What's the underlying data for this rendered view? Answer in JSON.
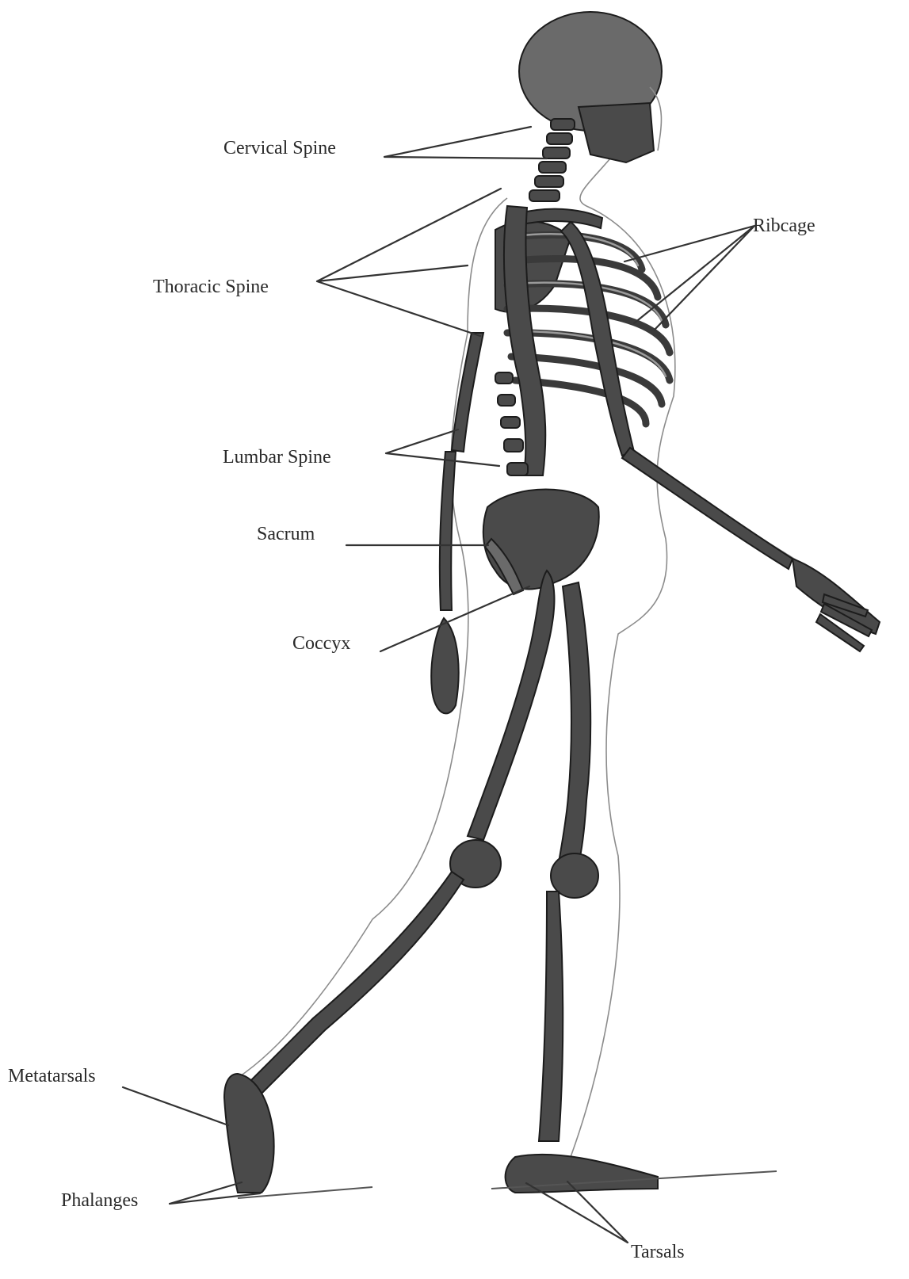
{
  "labels": {
    "cervical_spine": "Cervical Spine",
    "thoracic_spine": "Thoracic Spine",
    "lumbar_spine": "Lumbar Spine",
    "sacrum": "Sacrum",
    "coccyx": "Coccyx",
    "ribcage": "Ribcage",
    "metatarsals": "Metatarsals",
    "phalanges": "Phalanges",
    "tarsals": "Tarsals"
  },
  "colors": {
    "bone": "#4a4a4a",
    "outline": "#8c8c8c",
    "label_text": "#2a2a2a"
  }
}
